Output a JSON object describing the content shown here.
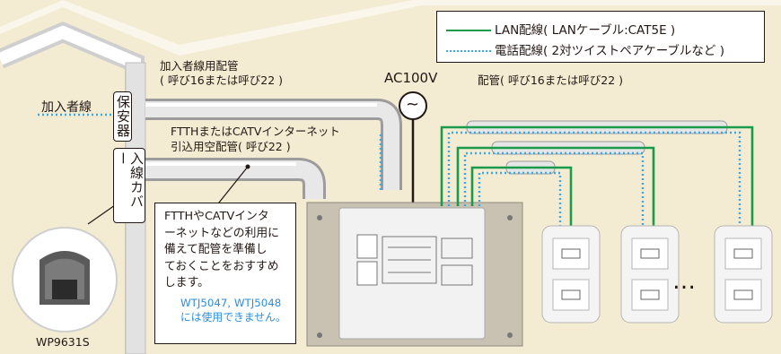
{
  "legend": {
    "lan_label": "LAN配線( LANケーブル:CAT5E )",
    "tel_label": "電話配線( 2対ツイストペアケーブルなど )",
    "lan_color": "#1a9b4b",
    "tel_color": "#3aa8e8"
  },
  "labels": {
    "subscriber_line": "加入者線",
    "subscriber_pipe_1": "加入者線用配管",
    "subscriber_pipe_2": "( 呼び16または呼び22 )",
    "ftth_pipe_1": "FTTHまたはCATVインターネット",
    "ftth_pipe_2": "引込用空配管( 呼び22 )",
    "power": "AC100V",
    "power_symbol": "~",
    "pipe": "配管( 呼び16または呼び22 )",
    "protector": "保安器",
    "entry_cover": "入線カバー",
    "product": "WP9631S",
    "continuation": "…"
  },
  "note": {
    "lines": [
      "FTTHやCATVインタ",
      "ーネットなどの利用に",
      "備えて配管を準備し",
      "ておくことをおすすめ",
      "します。"
    ],
    "warning_lines": [
      "WTJ5047, WTJ5048",
      "には使用できません。"
    ]
  }
}
